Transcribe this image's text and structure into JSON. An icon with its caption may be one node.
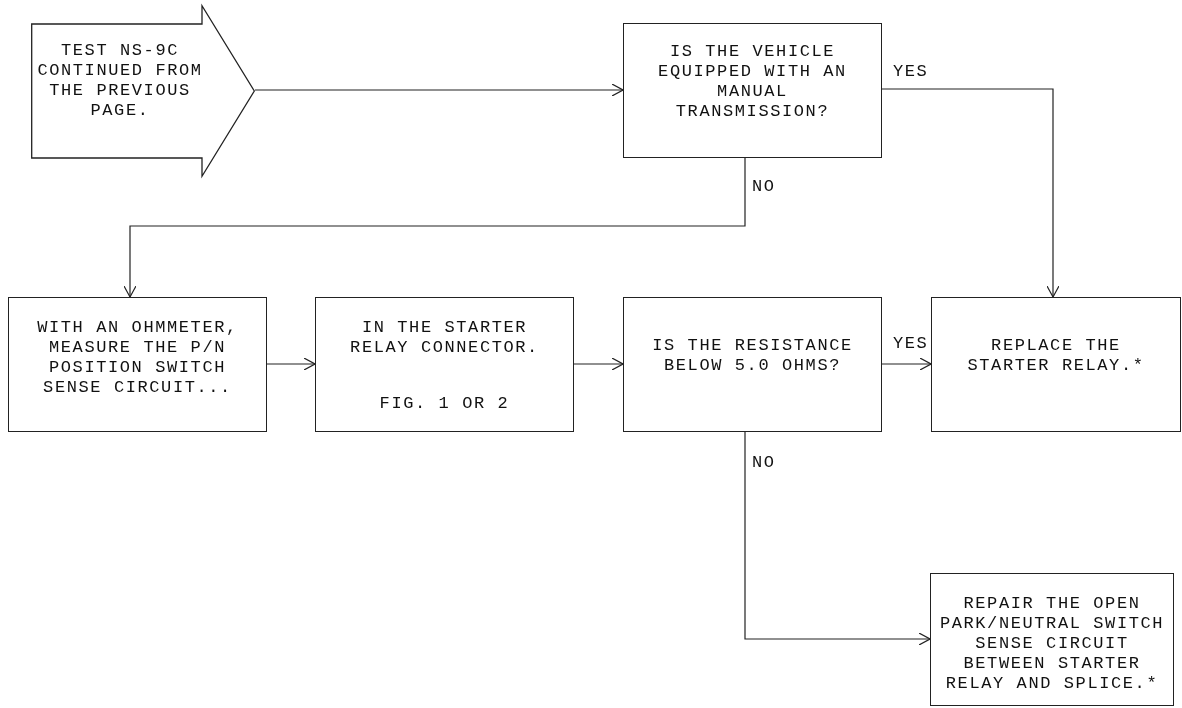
{
  "diagram": {
    "nodes": [
      {
        "text": [
          "TEST NS-9C CONTINUED FROM THE PREVIOUS PAGE."
        ]
      },
      {
        "text": [
          "IS THE VEHICLE EQUIPPED WITH AN MANUAL TRANSMISSION?"
        ]
      },
      {
        "text": [
          "WITH AN OHMMETER, MEASURE THE P/N POSITION SWITCH SENSE CIRCUIT..."
        ]
      },
      {
        "text": [
          "IN THE STARTER RELAY CONNECTOR.",
          "FIG. 1 OR 2"
        ]
      },
      {
        "text": [
          "IS THE RESISTANCE BELOW 5.0 OHMS?"
        ]
      },
      {
        "text": [
          "REPLACE THE STARTER RELAY.*"
        ]
      },
      {
        "text": [
          "REPAIR THE OPEN PARK/NEUTRAL SWITCH SENSE CIRCUIT BETWEEN STARTER RELAY AND SPLICE.*"
        ]
      }
    ],
    "edges": [
      {
        "from": 0,
        "to": 1,
        "arrow": "to"
      },
      {
        "from": 1,
        "to": 5,
        "arrow": "to",
        "label": "YES"
      },
      {
        "from": 1,
        "to": 2,
        "arrow": "to",
        "label": "NO"
      },
      {
        "from": 2,
        "to": 3,
        "arrow": "to"
      },
      {
        "from": 3,
        "to": 4,
        "arrow": "to"
      },
      {
        "from": 4,
        "to": 5,
        "arrow": "to",
        "label": "YES"
      },
      {
        "from": 4,
        "to": 6,
        "arrow": "to",
        "label": "NO"
      }
    ]
  }
}
